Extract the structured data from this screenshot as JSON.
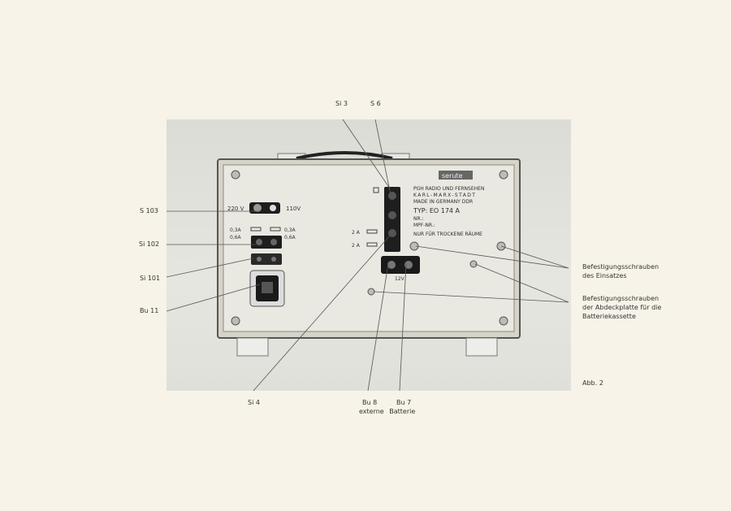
{
  "figure_label": "Abb. 2",
  "callouts": {
    "si3": "Si 3",
    "s6": "S 6",
    "s103": "S 103",
    "si102": "Si 102",
    "si101": "Si 101",
    "bu11": "Bu 11",
    "si4": "Si 4",
    "bu8": "Bu 8",
    "bu7": "Bu 7",
    "externe_batterie": [
      "externe",
      "Batterie"
    ],
    "befestigung_einsatz": [
      "Befestigungsschrauben",
      "des Einsatzes"
    ],
    "befestigung_abdeckplatte": [
      "Befestigungsschrauben",
      "der Abdeckplatte für die",
      "Batteriekassette"
    ]
  },
  "device": {
    "brand": "serute",
    "maker_line1": "PGH RADIO UND FERNSEHEN",
    "maker_line2": "KARL-MARX-STADT",
    "maker_line3": "MADE IN GERMANY DDR",
    "type_label": "TYP: EO 174 A",
    "nr_label": "NR.:",
    "mpf_label": "MPF-NR.:",
    "warning": "NUR FÜR TROCKENE RÄUME",
    "voltage_left": "220 V",
    "voltage_right": "110V",
    "fuse_left_top": "0,3A",
    "fuse_left_bottom": "0,6A",
    "fuse_right_top": "0,3A",
    "fuse_right_bottom": "0,6A",
    "fuse_2a_top": "2 A",
    "fuse_2a_bottom": "2 A",
    "battery_voltage": "12V"
  }
}
